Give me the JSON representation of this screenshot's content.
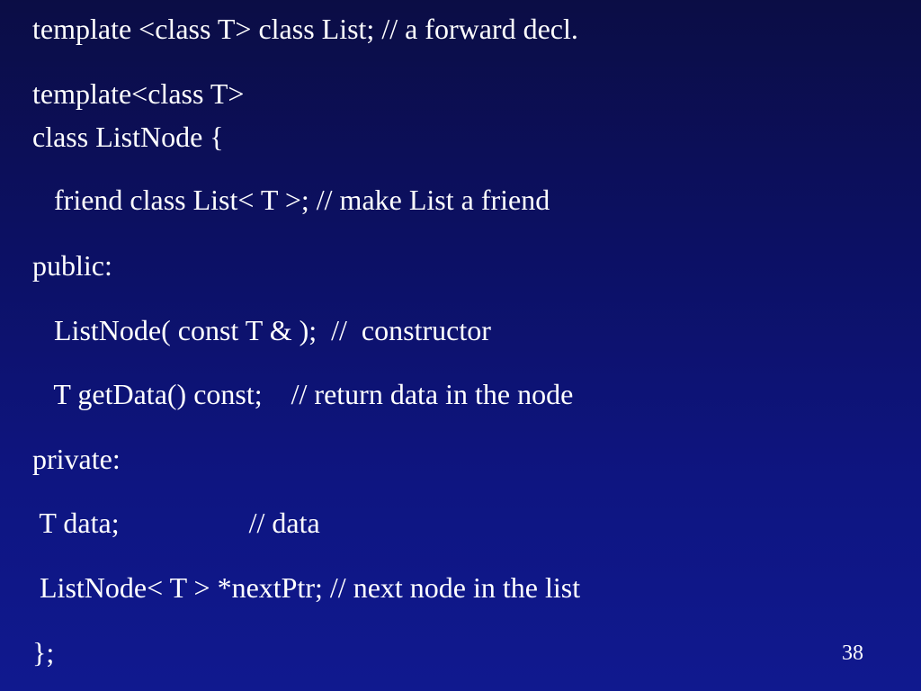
{
  "slide": {
    "lines": [
      "template <class T> class List; // a forward decl.",
      "template<class T>",
      "class ListNode {",
      "   friend class List< T >; // make List a friend",
      "public:",
      "   ListNode( const T & );  //  constructor",
      "   T getData() const;    // return data in the node",
      "private:",
      " T data;                  // data",
      " ListNode< T > *nextPtr; // next node in the list",
      "};"
    ],
    "page_number": "38"
  },
  "colors": {
    "background_top": "#0b0d45",
    "background_bottom": "#10198f",
    "text": "#ffffff"
  }
}
